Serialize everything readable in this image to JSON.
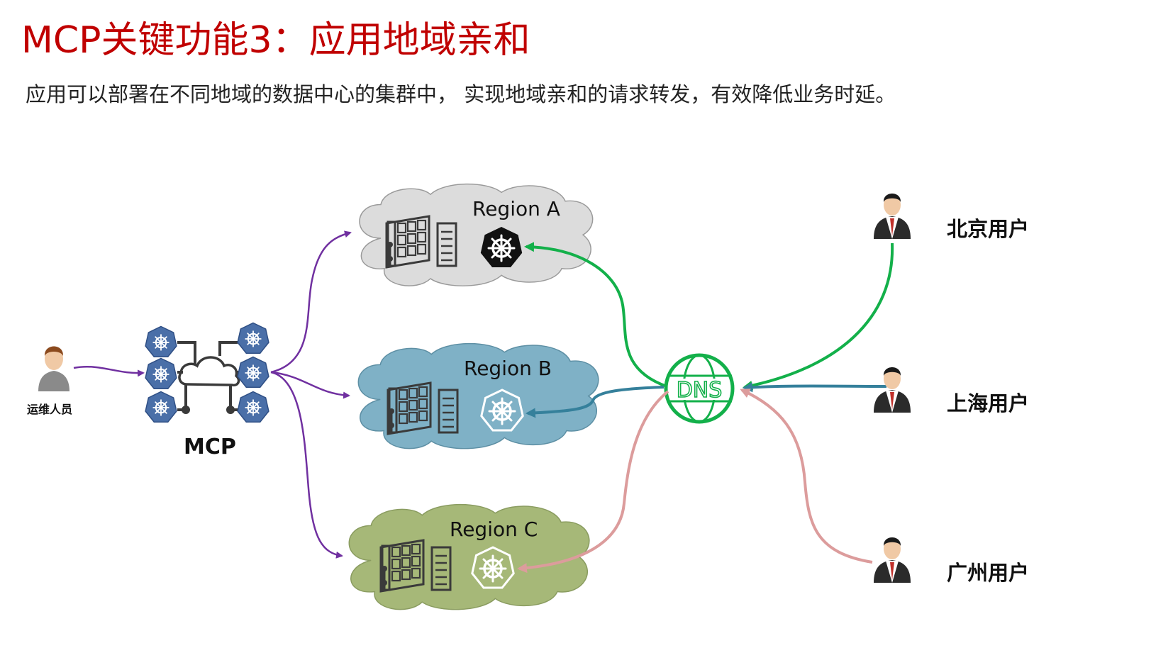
{
  "header": {
    "title": "MCP关键功能3：应用地域亲和",
    "subtitle": "应用可以部署在不同地域的数据中心的集群中， 实现地域亲和的请求转发，有效降低业务时延。"
  },
  "operator": {
    "label": "运维人员"
  },
  "mcp": {
    "label": "MCP"
  },
  "dns": {
    "label": "DNS"
  },
  "regions": [
    {
      "label": "Region A",
      "color": "#dcdcdc"
    },
    {
      "label": "Region B",
      "color": "#7fb1c6"
    },
    {
      "label": "Region C",
      "color": "#a6b878"
    }
  ],
  "users": [
    {
      "label": "北京用户",
      "line_color": "#13b04a"
    },
    {
      "label": "上海用户",
      "line_color": "#35809b"
    },
    {
      "label": "广州用户",
      "line_color": "#dc9c9c"
    }
  ],
  "colors": {
    "title": "#c00000",
    "mcp_arrows": "#7030a0",
    "k8s_icon_mcp": "#4a6fa8",
    "dns_ring": "#13b04a"
  }
}
